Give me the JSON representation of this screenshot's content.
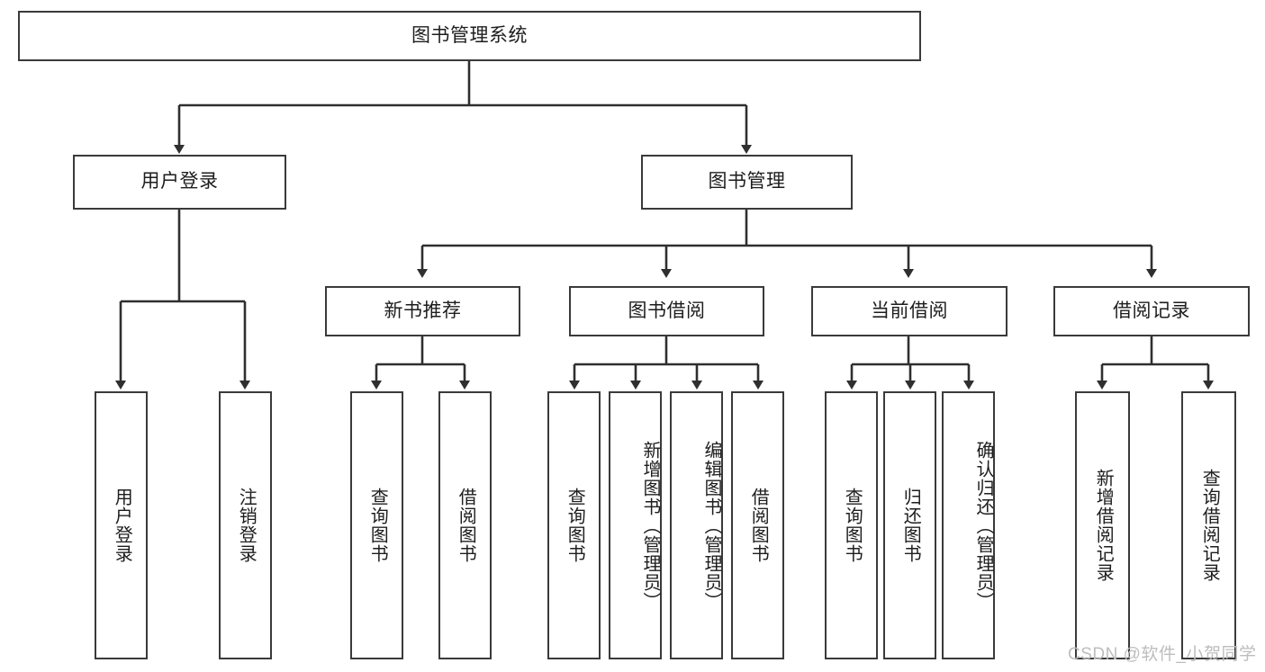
{
  "diagram": {
    "title": "图书管理系统",
    "type": "hierarchy-tree",
    "stroke_color": "#3a3a3a",
    "fill_color": "#ffffff",
    "text_color": "#1d1d1d",
    "background": "#ffffff"
  },
  "root": {
    "label": "图书管理系统"
  },
  "level2": [
    {
      "label": "用户登录"
    },
    {
      "label": "图书管理"
    }
  ],
  "level3": [
    {
      "label": "新书推荐"
    },
    {
      "label": "图书借阅"
    },
    {
      "label": "当前借阅"
    },
    {
      "label": "借阅记录"
    }
  ],
  "leaves": {
    "user_login": [
      {
        "label": "用户登录"
      },
      {
        "label": "注销登录"
      }
    ],
    "new_book_recommend": [
      {
        "label": "查询图书"
      },
      {
        "label": "借阅图书"
      }
    ],
    "book_borrow": [
      {
        "label": "查询图书"
      },
      {
        "label": "新增图书（管理员）"
      },
      {
        "label": "编辑图书（管理员）"
      },
      {
        "label": "借阅图书"
      }
    ],
    "current_borrow": [
      {
        "label": "查询图书"
      },
      {
        "label": "归还图书"
      },
      {
        "label": "确认归还（管理员）"
      }
    ],
    "borrow_record": [
      {
        "label": "新增借阅记录"
      },
      {
        "label": "查询借阅记录"
      }
    ]
  },
  "watermark": {
    "text": "CSDN @软件_小贺同学"
  }
}
